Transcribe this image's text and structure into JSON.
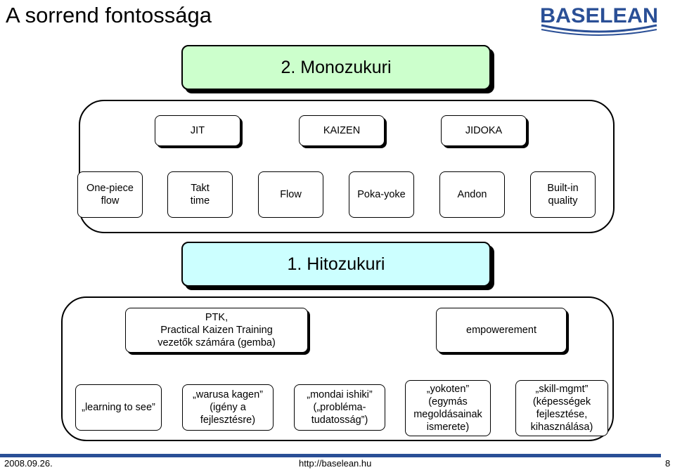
{
  "slide": {
    "title": "A sorrend fontossága",
    "logo_text": "BASELEAN"
  },
  "level2": {
    "title": "2. Monozukuri",
    "row1": [
      "JIT",
      "KAIZEN",
      "JIDOKA"
    ],
    "row2": [
      "One-piece\nflow",
      "Takt\ntime",
      "Flow",
      "Poka-yoke",
      "Andon",
      "Built-in\nquality"
    ]
  },
  "level1": {
    "title": "1. Hitozukuri",
    "row1": [
      "PTK,\nPractical Kaizen Training\nvezetők számára (gemba)",
      "empowerement"
    ],
    "row2": [
      "„learning to see”",
      "„warusa kagen”\n(igény a\nfejlesztésre)",
      "„mondai ishiki”\n(„probléma-\ntudatosság”)",
      "„yokoten”\n(egymás\nmegoldásainak\nismerete)",
      "„skill-mgmt”\n(képességek\nfejlesztése,\nkihasználása)"
    ]
  },
  "footer": {
    "date": "2008.09.26.",
    "url": "http://baselean.hu",
    "page": "8"
  },
  "colors": {
    "monozukuri_fill": "#ccffcc",
    "hitozukuri_fill": "#ccffff",
    "brand_blue": "#2a4f96"
  }
}
